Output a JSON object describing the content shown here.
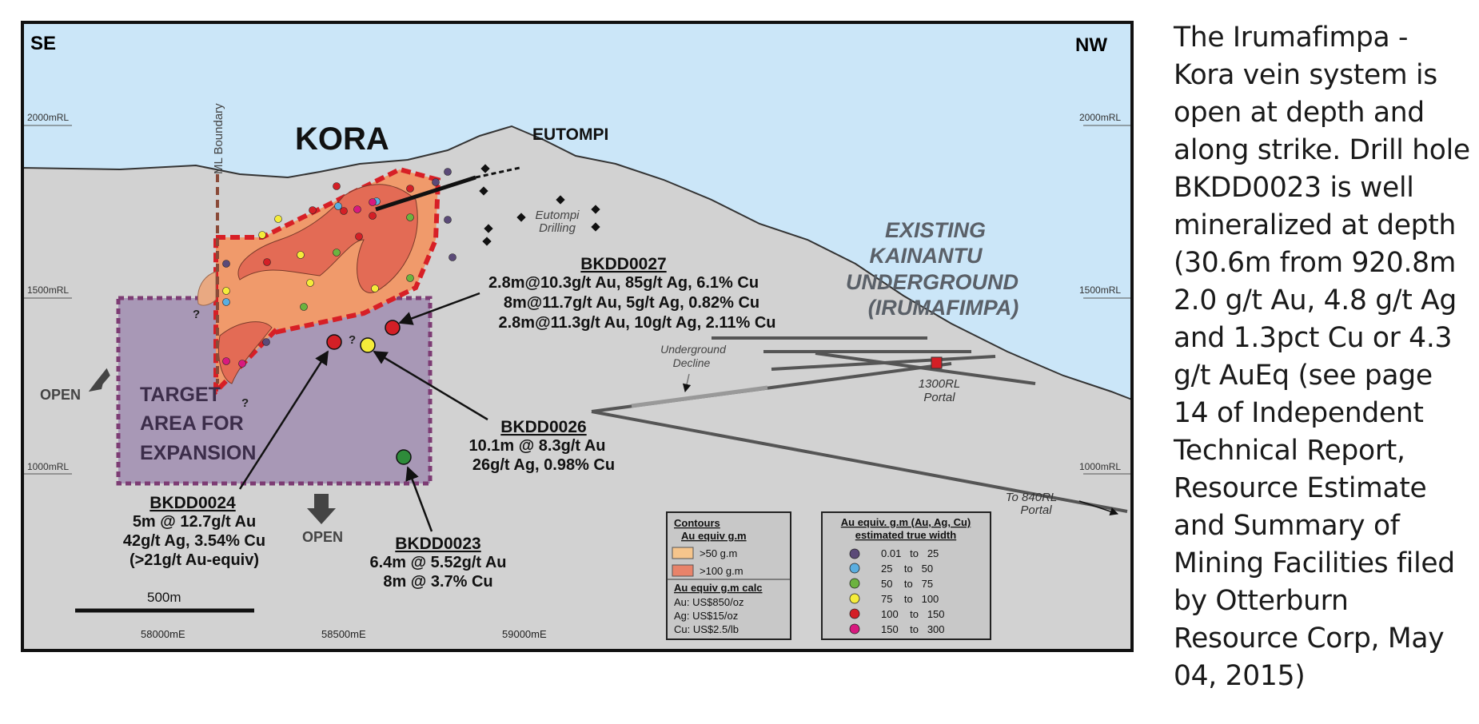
{
  "section": {
    "corner_left": "SE",
    "corner_right": "NW",
    "rl_left": [
      "2000mRL",
      "1500mRL",
      "1000mRL"
    ],
    "rl_right": [
      "2000mRL",
      "1500mRL",
      "1000mRL"
    ],
    "ml_boundary": "ML Boundary",
    "kora": "KORA",
    "eutompi": "EUTOMPI",
    "eutompi_drilling": [
      "Eutompi",
      "Drilling"
    ],
    "existing": [
      "EXISTING",
      "KAINANTU",
      "UNDERGROUND",
      "(IRUMAFIMPA)"
    ],
    "underground_decline": [
      "Underground",
      "Decline"
    ],
    "portal_1300": [
      "1300RL",
      "Portal"
    ],
    "portal_840": [
      "To 840RL",
      "Portal"
    ],
    "open_left": "OPEN",
    "open_bottom": "OPEN",
    "target": [
      "TARGET",
      "AREA FOR",
      "EXPANSION"
    ],
    "question": "?",
    "scale": "500m",
    "eastings": [
      "58000mE",
      "58500mE",
      "59000mE"
    ]
  },
  "holes": {
    "bkdd0027": {
      "name": "BKDD0027",
      "lines": [
        "2.8m@10.3g/t Au, 85g/t Ag, 6.1% Cu",
        "8m@11.7g/t Au, 5g/t Ag, 0.82% Cu",
        "2.8m@11.3g/t Au, 10g/t Ag, 2.11% Cu"
      ]
    },
    "bkdd0026": {
      "name": "BKDD0026",
      "lines": [
        "10.1m @ 8.3g/t Au",
        "26g/t Ag, 0.98% Cu"
      ]
    },
    "bkdd0024": {
      "name": "BKDD0024",
      "lines": [
        "5m @ 12.7g/t Au",
        "42g/t Ag, 3.54% Cu",
        "(>21g/t Au-equiv)"
      ]
    },
    "bkdd0023": {
      "name": "BKDD0023",
      "lines": [
        "6.4m @ 5.52g/t Au",
        "8m @ 3.7% Cu"
      ]
    }
  },
  "legend_contours": {
    "title": "Contours",
    "subtitle": "Au equiv g.m",
    "items": [
      {
        "label": ">50 g.m",
        "color": "#f6c58c"
      },
      {
        "label": ">100 g.m",
        "color": "#e8836a"
      }
    ],
    "calc_title": "Au equiv g.m calc",
    "calc": [
      "Au: US$850/oz",
      "Ag: US$15/oz",
      "Cu: US$2.5/lb"
    ]
  },
  "legend_points": {
    "title": "Au equiv. g.m (Au, Ag, Cu)",
    "subtitle": "estimated true width",
    "items": [
      {
        "label": "0.01   to   25",
        "color": "#5b4a78"
      },
      {
        "label": "25    to   50",
        "color": "#5aaee0"
      },
      {
        "label": "50    to   75",
        "color": "#6cb33f"
      },
      {
        "label": "75    to   100",
        "color": "#f5ec3a"
      },
      {
        "label": "100    to   150",
        "color": "#d41f26"
      },
      {
        "label": "150    to   300",
        "color": "#d8197f"
      }
    ]
  },
  "colors": {
    "sky": "#cbe6f8",
    "ground": "#d2d2d2",
    "target": "#a898b6",
    "target_border": "#7d3c74",
    "ore_outline": "#d71f26",
    "ore_high": "#e36b55",
    "ore_low": "#f09a6b"
  },
  "caption": "The Irumafimpa - Kora vein system is open at depth and along strike. Drill hole BKDD0023 is well mineralized at depth (30.6m from 920.8m 2.0 g/t Au, 4.8 g/t Ag and 1.3pct Cu or 4.3 g/t AuEq (see page 14 of Independent Technical Report, Resource Estimate and Summary of Mining Facilities filed by Otterburn Resource Corp, May 04, 2015)"
}
